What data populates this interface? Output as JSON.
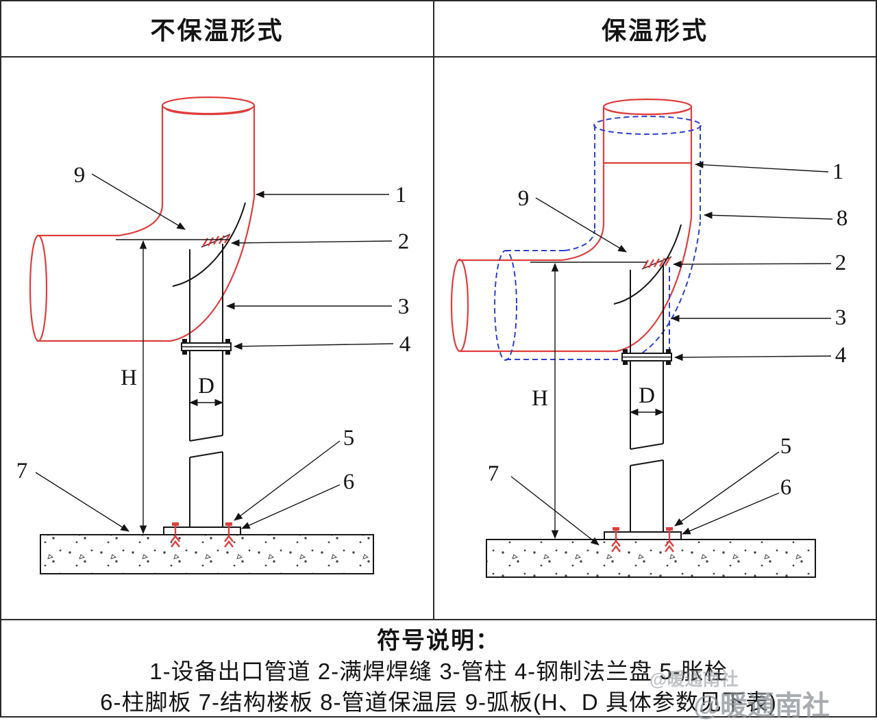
{
  "headers": {
    "left": "不保温形式",
    "right": "保温形式"
  },
  "diagrams": {
    "left": {
      "callouts": {
        "c1": "1",
        "c2": "2",
        "c3": "3",
        "c4": "4",
        "c5": "5",
        "c6": "6",
        "c7": "7",
        "c9": "9"
      },
      "dimensions": {
        "height": "H",
        "diameter": "D"
      }
    },
    "right": {
      "callouts": {
        "c1": "1",
        "c2": "2",
        "c3": "3",
        "c4": "4",
        "c5": "5",
        "c6": "6",
        "c7": "7",
        "c8": "8",
        "c9": "9"
      },
      "dimensions": {
        "height": "H",
        "diameter": "D"
      }
    }
  },
  "legend": {
    "title": "符号说明：",
    "line1": "1-设备出口管道 2-满焊焊缝  3-管柱  4-钢制法兰盘 5-胀栓",
    "line2": "6-柱脚板  7-结构楼板 8-管道保温层  9-弧板(H、D 具体参数见下表)"
  },
  "watermark": {
    "text": "@暖通南社"
  },
  "colors": {
    "pipe_red": "#e03c3c",
    "insulation_blue": "#2b3fd2",
    "ink": "#141414",
    "border": "#2a2a2a"
  }
}
